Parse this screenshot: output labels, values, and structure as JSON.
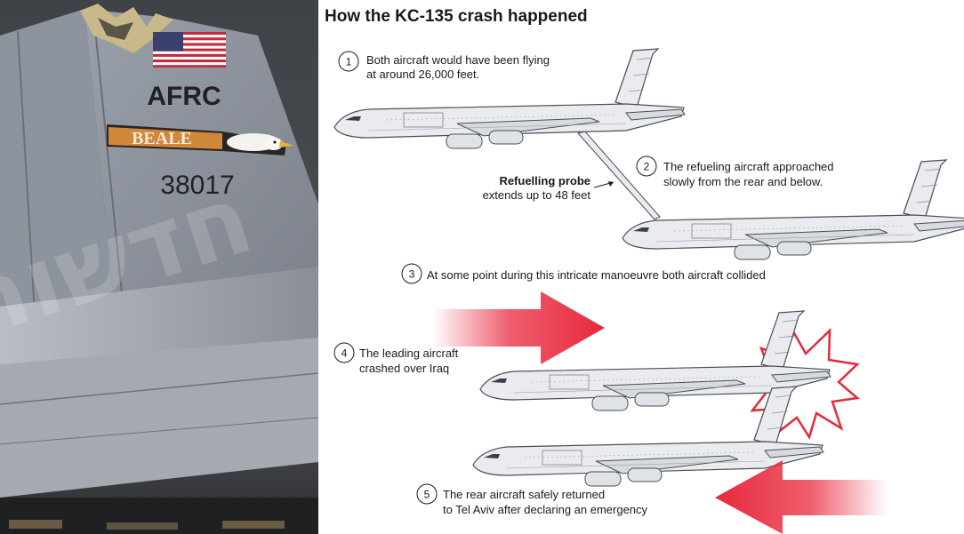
{
  "photo": {
    "tail_unit_text": "AFRC",
    "tail_base_text": "BEALE",
    "tail_number": "38017",
    "watermark_text": "חדשות",
    "flag_icon": "us-flag-icon",
    "eagle_icon": "eagle-icon"
  },
  "infographic": {
    "title": "How the KC-135 crash happened",
    "probe_label_bold": "Refuelling probe",
    "probe_label": "extends up to 48 feet",
    "steps": [
      {
        "num": "1",
        "lines": [
          "Both aircraft would have been flying",
          "at around 26,000 feet."
        ]
      },
      {
        "num": "2",
        "lines": [
          "The refueling aircraft approached",
          "slowly from the rear and below."
        ]
      },
      {
        "num": "3",
        "lines": [
          "At some point during this intricate manoeuvre both aircraft collided"
        ]
      },
      {
        "num": "4",
        "lines": [
          "The leading aircraft",
          "crashed over Iraq"
        ]
      },
      {
        "num": "5",
        "lines": [
          "The rear aircraft safely returned",
          "to Tel Aviv after declaring an emergency"
        ]
      }
    ],
    "colors": {
      "arrow_red": "#e8283c",
      "aircraft_fill": "#e9ebee",
      "aircraft_stroke": "#4a4f57",
      "photo_sky": "#4a4d52",
      "photo_fin": "#8a909a"
    }
  }
}
